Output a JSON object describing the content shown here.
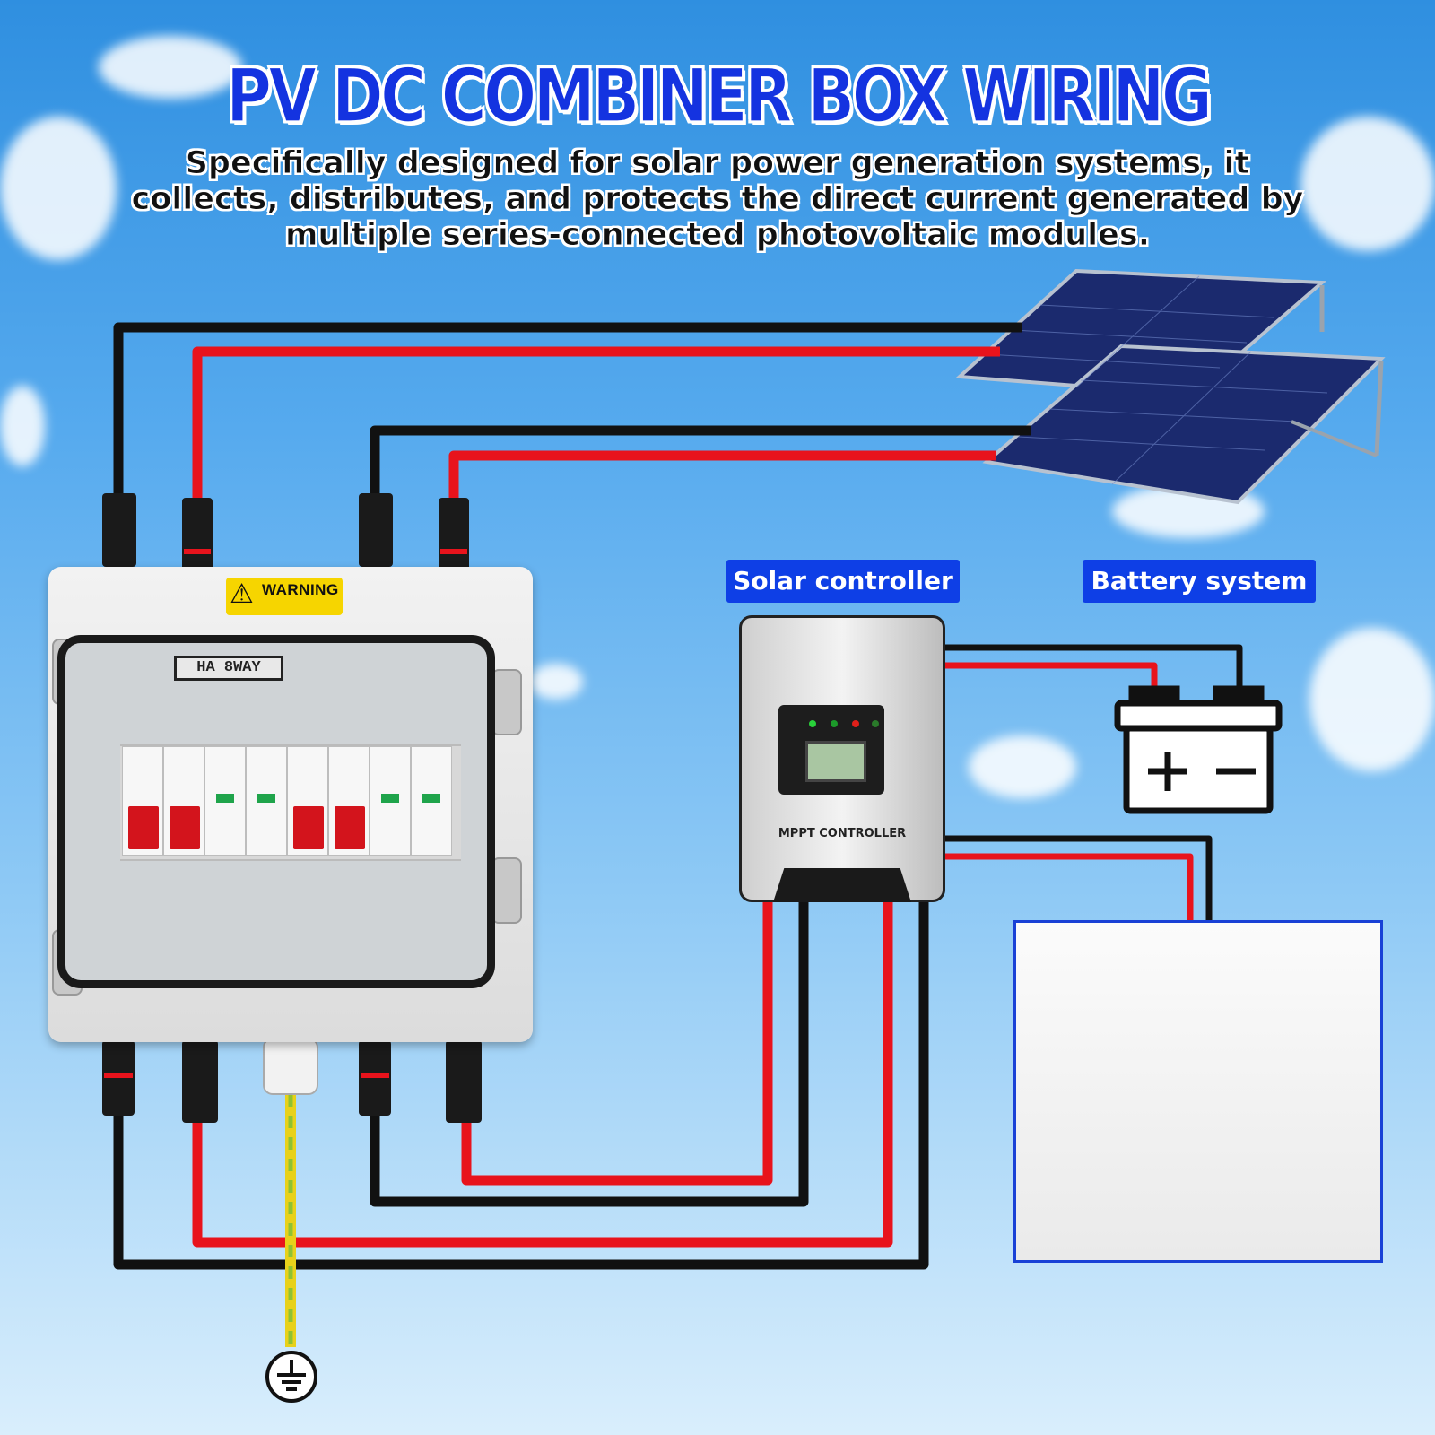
{
  "title": "PV DC COMBINER BOX WIRING",
  "subtitle": "Specifically designed for solar power generation systems, it collects, distributes, and protects the direct current generated by multiple series-connected photovoltaic modules.",
  "labels": {
    "solar_controller": "Solar controller",
    "battery_system": "Battery system"
  },
  "combiner_box": {
    "warning": "WARNING",
    "model": "HA 8WAY"
  },
  "controller": {
    "name": "MPPT CONTROLLER"
  },
  "colors": {
    "positive_wire": "#e8131c",
    "negative_wire": "#111111",
    "ground_wire": "#9ccc2a",
    "label_background": "#0e3fe6",
    "title": "#1433e0"
  }
}
